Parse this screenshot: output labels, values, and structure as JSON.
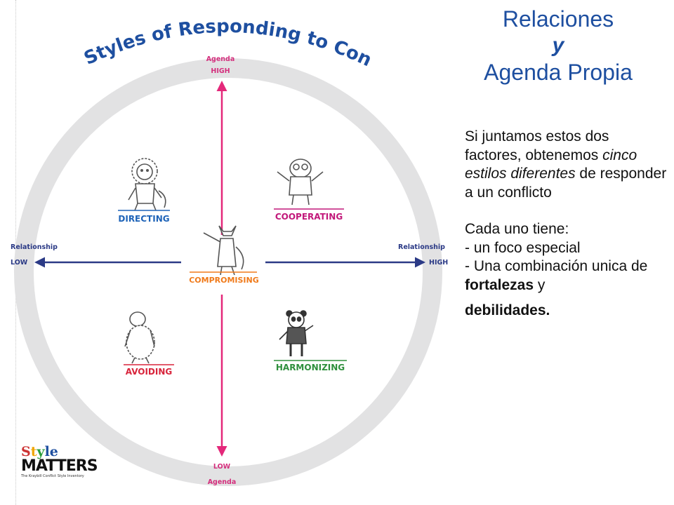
{
  "diagram": {
    "title": "Five Styles of Responding to Conflict",
    "agenda_high": [
      "Agenda",
      "HIGH"
    ],
    "agenda_low": [
      "LOW",
      "Agenda"
    ],
    "relationship_low": [
      "Relationship",
      "LOW"
    ],
    "relationship_high": [
      "Relationship",
      "HIGH"
    ],
    "styles": {
      "directing": "DIRECTING",
      "cooperating": "COOPERATING",
      "compromising": "COMPROMISING",
      "avoiding": "AVOIDING",
      "harmonizing": "HARMONIZING"
    },
    "colors": {
      "ring": "#e2e2e3",
      "vertical_axis": "#e4287a",
      "horizontal_axis": "#2b3a86",
      "directing": "#1e63b8",
      "cooperating": "#c2187a",
      "compromising": "#f07a1a",
      "avoiding": "#d8243b",
      "harmonizing": "#2e8f3c"
    }
  },
  "heading": {
    "line1": "Relaciones",
    "line2": "y",
    "line3": "Agenda Propia"
  },
  "body": {
    "p1_a": "Si juntamos estos dos factores, obtenemos ",
    "p1_em": "cinco estilos diferentes",
    "p1_b": " de responder a un conflicto",
    "p2_intro": "Cada uno tiene:",
    "p2_item1": "- un foco especial",
    "p2_item2_a": "- Una combinación unica de ",
    "p2_item2_b1": "fortalezas",
    "p2_item2_mid": " y ",
    "p2_item2_b2": "debilidades."
  },
  "logo": {
    "style_1": "S",
    "style_2": "t",
    "style_3": "y",
    "style_4": "le",
    "matters": "MATTERS",
    "tagline": "The Kraybill Conflict Style Inventory"
  }
}
